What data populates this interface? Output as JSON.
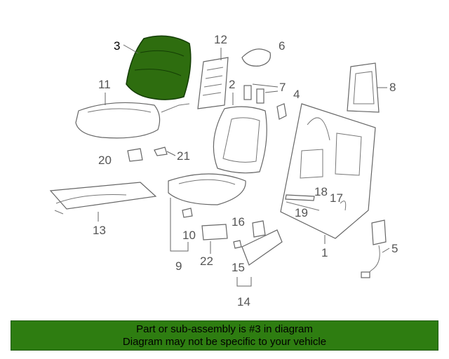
{
  "diagram": {
    "highlight_color": "#2e6d0f",
    "callouts": {
      "c1": "1",
      "c2": "2",
      "c3": "3",
      "c4": "4",
      "c5": "5",
      "c6": "6",
      "c7": "7",
      "c8": "8",
      "c9": "9",
      "c10": "10",
      "c11": "11",
      "c12": "12",
      "c13": "13",
      "c14": "14",
      "c15": "15",
      "c16": "16",
      "c17": "17",
      "c18": "18",
      "c19": "19",
      "c20": "20",
      "c21": "21",
      "c22": "22"
    }
  },
  "footer": {
    "line1": "Part or sub-assembly is #3 in diagram",
    "line2": "Diagram may not be specific to your vehicle",
    "background": "#2e7d11"
  }
}
